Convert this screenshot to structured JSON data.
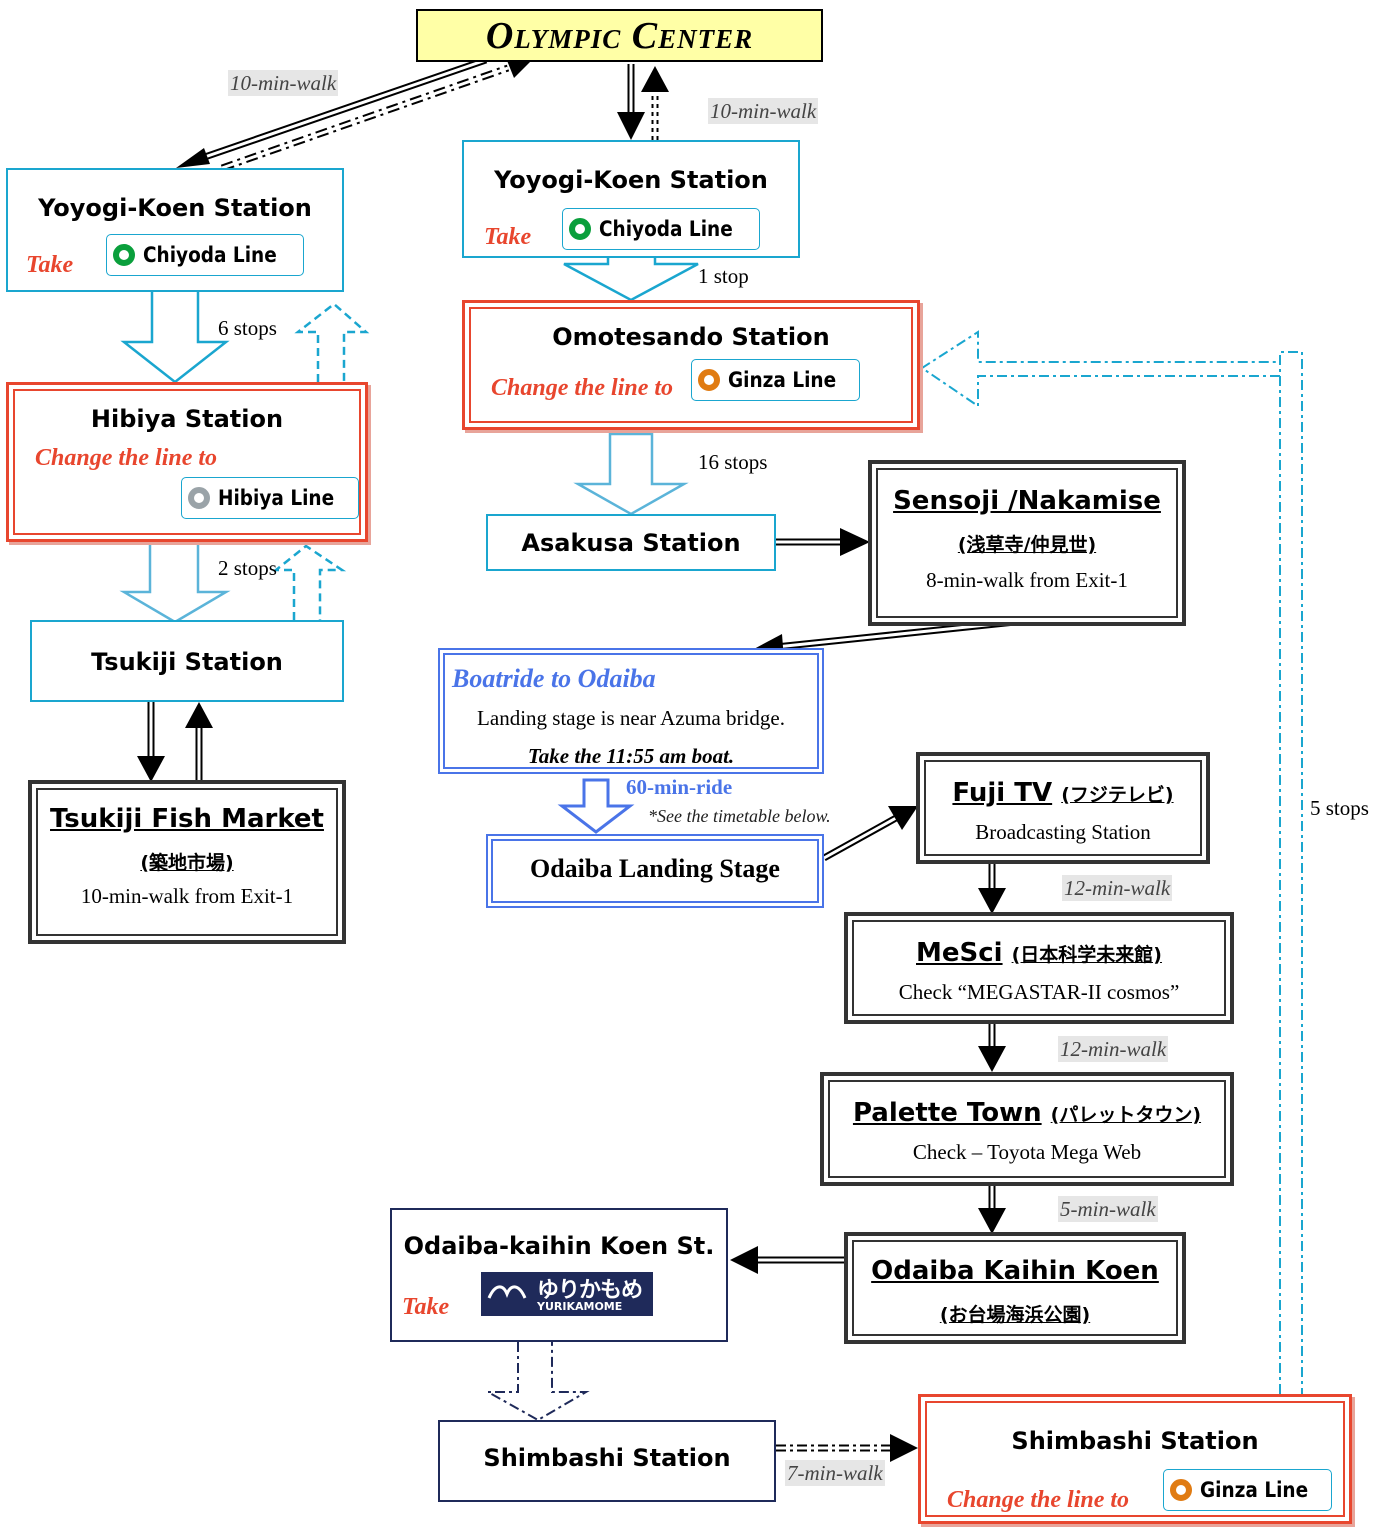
{
  "header": {
    "title": "Olympic Center"
  },
  "walks": {
    "walk_top_left": "10-min-walk",
    "walk_top_center": "10-min-walk",
    "walk_fuji_mesci": "12-min-walk",
    "walk_mesci_palette": "12-min-walk",
    "walk_palette_kaihin": "5-min-walk",
    "walk_shimbashi": "7-min-walk"
  },
  "stops": {
    "left_yoyogi_hibiya": "6 stops",
    "left_hibiya_tsukiji": "2 stops",
    "center_yoyogi_omote": "1 stop",
    "center_omote_asakusa": "16 stops",
    "right_shimbashi_omote": "5 stops"
  },
  "left": {
    "yoyogi": {
      "title": "Yoyogi-Koen Station",
      "take": "Take",
      "line": "Chiyoda Line"
    },
    "hibiya": {
      "title": "Hibiya Station",
      "change": "Change the line to",
      "line": "Hibiya Line"
    },
    "tsukiji": {
      "title": "Tsukiji  Station"
    },
    "fish": {
      "title": "Tsukiji Fish Market ",
      "jp": "(築地市場)",
      "desc": "10-min-walk from Exit-1"
    }
  },
  "center": {
    "yoyogi": {
      "title": "Yoyogi-Koen Station",
      "take": "Take",
      "line": "Chiyoda Line"
    },
    "omote": {
      "title": "Omotesando Station",
      "change": "Change the line to",
      "line": "Ginza Line"
    },
    "asakusa": {
      "title": "Asakusa  Station"
    },
    "sensoji": {
      "title": "Sensoji /Nakamise ",
      "jp": "(浅草寺/仲見世)",
      "desc": "8-min-walk from Exit-1"
    },
    "boat": {
      "title": "Boatride to Odaiba",
      "line1": "Landing stage is near Azuma bridge.",
      "line2": "Take the 11:55 am boat."
    },
    "ride": "60-min-ride",
    "timetable": "*See the timetable below.",
    "landing": {
      "title": "Odaiba Landing Stage"
    }
  },
  "odaiba": {
    "fuji": {
      "title": "Fuji TV",
      "jp": "(フジテレビ)",
      "desc": "Broadcasting Station"
    },
    "mesci": {
      "title": "MeSci",
      "jp": "(日本科学未来館)",
      "desc": "Check “MEGASTAR-II cosmos”"
    },
    "palette": {
      "title": "Palette Town",
      "jp": "(パレットタウン)",
      "desc": "Check – Toyota Mega Web"
    },
    "kaihin": {
      "title": "Odaiba Kaihin Koen ",
      "jp": "(お台場海浜公園)"
    },
    "kaihin_st": {
      "title": "Odaiba-kaihin Koen St.",
      "take": "Take",
      "yuri_jp": "ゆりかもめ",
      "yuri_en": "YURIKAMOME"
    },
    "shimbashi": {
      "title": "Shimbashi Station"
    },
    "shimbashi_ginza": {
      "title": "Shimbashi Station",
      "change": "Change the line to",
      "line": "Ginza Line"
    }
  },
  "colors": {
    "chiyoda": "#0a9f3c",
    "ginza": "#e07b12",
    "hibiya": "#9aa3a8",
    "red": "#e8462e",
    "cyan": "#1aa6cf",
    "navy": "#1f2a5a",
    "boat": "#4a74e8"
  }
}
